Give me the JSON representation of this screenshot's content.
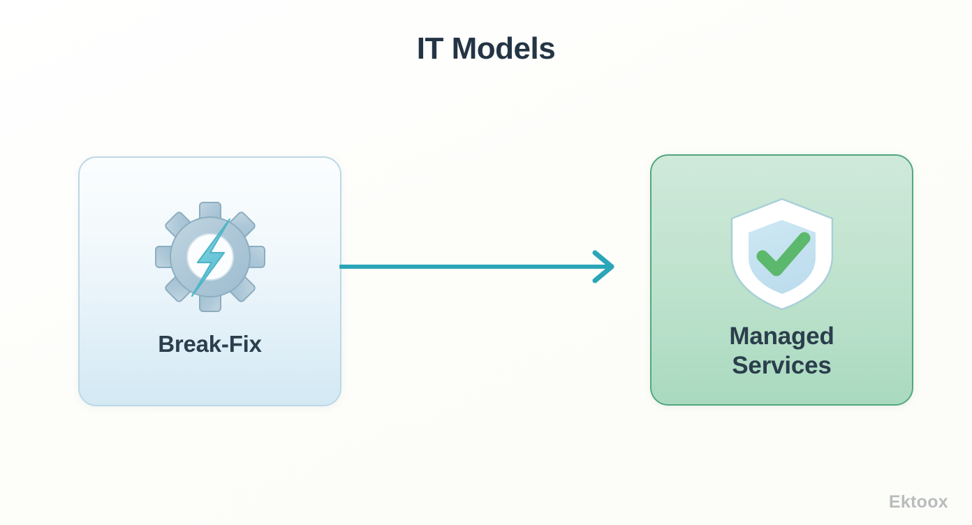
{
  "page": {
    "title": "IT Models",
    "background_color": "#fdfdfb",
    "title_color": "#233544"
  },
  "diagram": {
    "type": "flow",
    "nodes": [
      {
        "id": "break-fix",
        "label": "Break-Fix",
        "icon": "gear-lightning-icon",
        "fill_start": "#fbfdfe",
        "fill_end": "#d3e9f4",
        "border_color": "#bcd8e4",
        "label_color": "#2b3e4c"
      },
      {
        "id": "managed-services",
        "label": "Managed\nServices",
        "icon": "shield-check-icon",
        "fill_start": "#cfe9da",
        "fill_end": "#a9d9bf",
        "border_color": "#52a77e",
        "label_color": "#2b3e4c"
      }
    ],
    "connector": {
      "from": "break-fix",
      "to": "managed-services",
      "style": "arrow",
      "color": "#2ba5b8"
    }
  },
  "icons": {
    "gear": {
      "name": "gear-lightning-icon",
      "gear_fill": "#a9c5d5",
      "gear_stroke": "#8fb0c3",
      "hub_fill": "#fbfdfe",
      "bolt_fill": "#79cfdd",
      "bolt_stroke": "#4fb5c7"
    },
    "shield": {
      "name": "shield-check-icon",
      "outer_fill": "#ffffff",
      "outer_stroke": "#a8cfd8",
      "inner_fill": "#c5e2ef",
      "check_color": "#5cb86c"
    }
  },
  "watermark": {
    "text": "Ektoox",
    "color": "#b9bcbd"
  }
}
